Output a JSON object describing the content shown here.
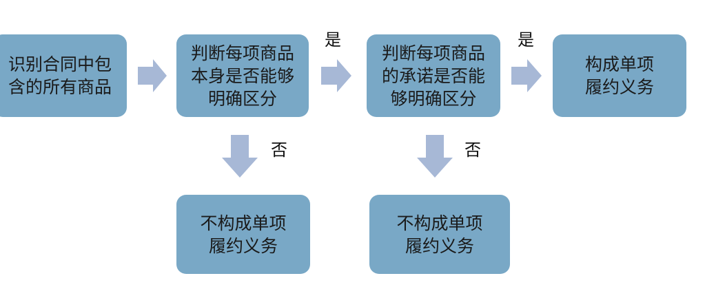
{
  "nodes": {
    "identify": "识别合同中包\n含的所有商品",
    "distinct_itself": "判断每项商品\n本身是否能够\n明确区分",
    "distinct_promise": "判断每项商品\n的承诺是否能\n够明确区分",
    "single_obligation": "构成单项\n履约义务",
    "not_single_1": "不构成单项\n履约义务",
    "not_single_2": "不构成单项\n履约义务"
  },
  "labels": {
    "yes_1": "是",
    "yes_2": "是",
    "no_1": "否",
    "no_2": "否"
  },
  "colors": {
    "box_fill": "#79a8c6",
    "arrow_fill": "#a7b8d6",
    "text": "#1a1a1a"
  }
}
